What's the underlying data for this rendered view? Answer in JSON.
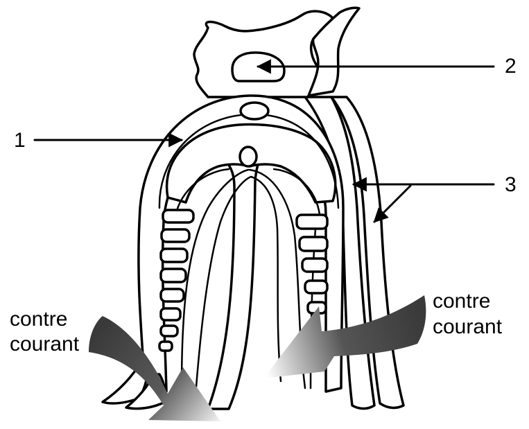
{
  "labels": {
    "one": "1",
    "two": "2",
    "three": "3"
  },
  "flow_left": {
    "line1": "contre",
    "line2": "courant"
  },
  "flow_right": {
    "line1": "contre",
    "line2": "courant"
  },
  "colors": {
    "ink": "#000000",
    "arrow_dark": "#3a3a3a",
    "arrow_light": "#ffffff"
  }
}
